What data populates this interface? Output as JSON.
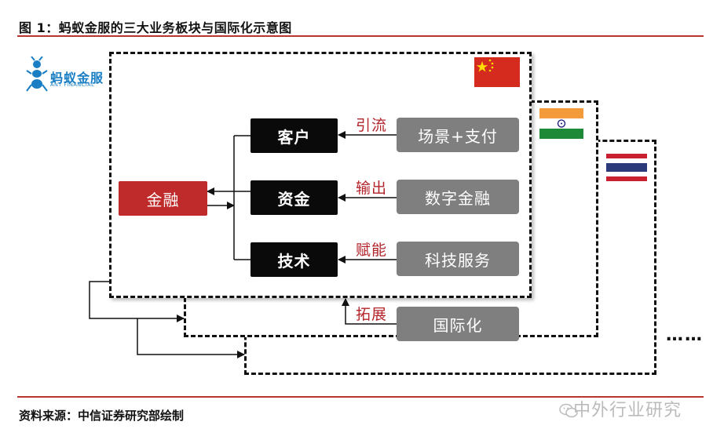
{
  "figure_title": "图 1：蚂蚁金服的三大业务板块与国际化示意图",
  "source": "资料来源：中信证券研究部绘制",
  "watermark": "中外行业研究",
  "logo": {
    "name": "蚂蚁金服",
    "sub": "ANT FINANCIAL"
  },
  "center": {
    "label": "金融"
  },
  "business": [
    {
      "label": "客户",
      "arrow": "引流",
      "driver": "场景+支付"
    },
    {
      "label": "资金",
      "arrow": "输出",
      "driver": "数字金融"
    },
    {
      "label": "技术",
      "arrow": "赋能",
      "driver": "科技服务"
    }
  ],
  "international": {
    "arrow": "拓展",
    "label": "国际化"
  },
  "ellipsis": "……",
  "flags": [
    "china-flag",
    "india-flag",
    "thailand-flag"
  ],
  "colors": {
    "accent_red": "#bf2b2b",
    "rule_red": "#b5372f",
    "gray_box": "#7f7f7f",
    "black_box": "#0a0a0a",
    "label_red": "#b3242a"
  }
}
